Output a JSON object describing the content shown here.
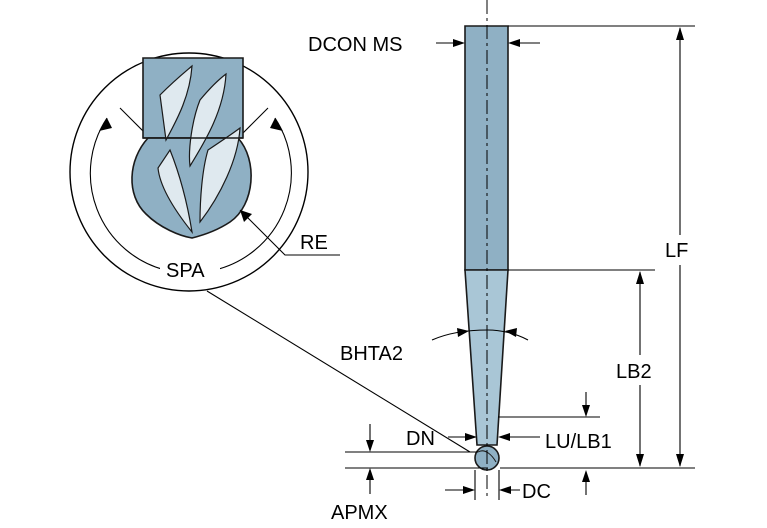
{
  "colors": {
    "tool_fill": "#8fb0c4",
    "tool_fill_light": "#a9c6d6",
    "line": "#000000",
    "background": "#ffffff"
  },
  "labels": {
    "dcon_ms": "DCON MS",
    "lf": "LF",
    "lb2": "LB2",
    "bhta2": "BHTA2",
    "dn": "DN",
    "lu_lb1": "LU/LB1",
    "apmx": "APMX",
    "dc": "DC",
    "re": "RE",
    "spa": "SPA"
  }
}
